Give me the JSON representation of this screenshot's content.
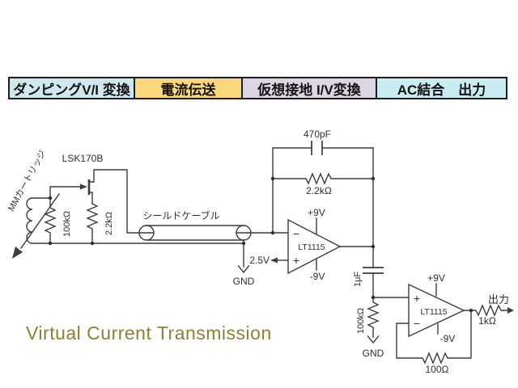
{
  "header": {
    "cells": [
      {
        "label": "ダンピングV/I 変換",
        "bg": "#cfe7ee"
      },
      {
        "label": "電流伝送",
        "bg": "#fbd87b"
      },
      {
        "label": "仮想接地 I/V変換",
        "bg": "#ddd4e4"
      },
      {
        "label": "AC結合　出力",
        "bg": "#c9ecf2"
      }
    ]
  },
  "title": {
    "text": "Virtual Current Transmission",
    "color": "#8a8136"
  },
  "schematic": {
    "line_color": "#3c3c3c",
    "labels": {
      "cartridge": "MMカートリッジ",
      "jfet": "LSK170B",
      "r_gate": "100kΩ",
      "r_source": "2.2kΩ",
      "cable": "シールドケーブル",
      "gnd1": "GND",
      "cap_fb": "470pF",
      "r_fb": "2.2kΩ",
      "opamp1": "LT1115",
      "opamp2": "LT1115",
      "vplus": "+9V",
      "vminus": "-9V",
      "vref": "2.5V",
      "minus_sign": "−",
      "plus_sign": "+",
      "cap_out": "1μF",
      "r_in2": "100kΩ",
      "gnd2": "GND",
      "r_fb2": "100Ω",
      "r_out": "1kΩ",
      "output": "出力"
    }
  }
}
